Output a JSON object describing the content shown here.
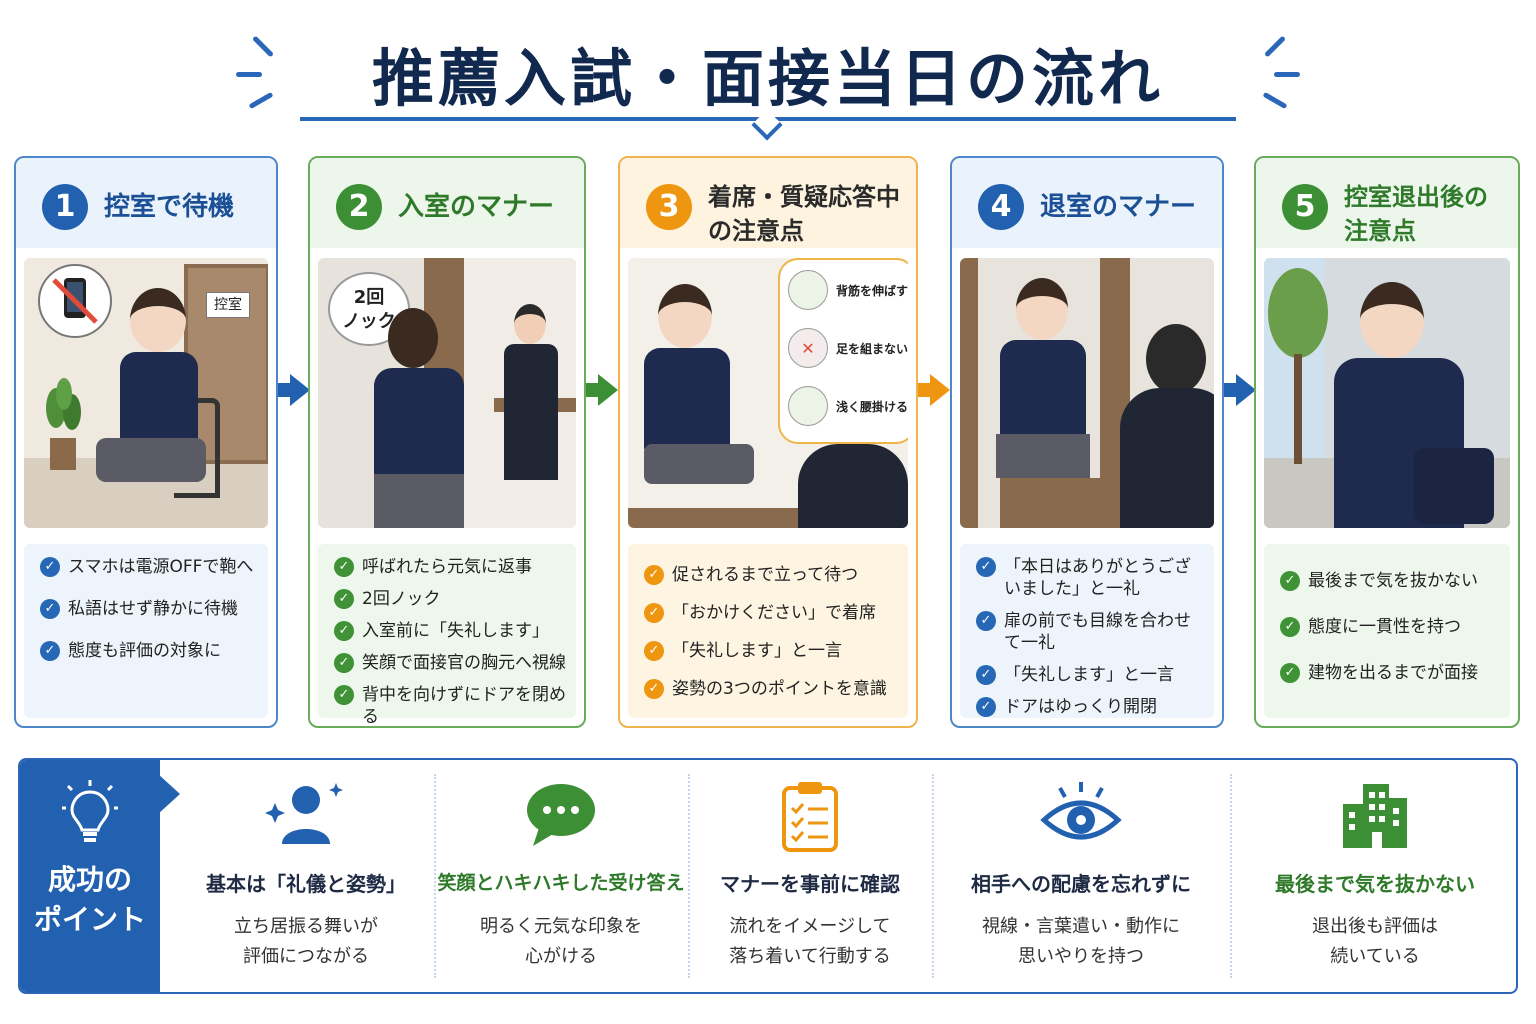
{
  "header": {
    "title": "推薦入試・面接当日の流れ"
  },
  "steps": [
    {
      "num": "1",
      "title": "控室で待機",
      "door_sign": "控室",
      "checks": [
        "スマホは電源OFFで鞄へ",
        "私語はせず静かに待機",
        "態度も評価の対象に"
      ]
    },
    {
      "num": "2",
      "title": "入室のマナー",
      "bubble": [
        "2回",
        "ノック"
      ],
      "checks": [
        "呼ばれたら元気に返事",
        "2回ノック",
        "入室前に「失礼します」",
        "笑顔で面接官の胸元へ視線",
        "背中を向けずにドアを閉める"
      ]
    },
    {
      "num": "3",
      "title_lines": [
        "着席・質疑応答中",
        "の注意点"
      ],
      "posture": [
        "背筋を伸ばす",
        "足を組まない",
        "浅く腰掛ける"
      ],
      "checks": [
        "促されるまで立って待つ",
        "「おかけください」で着席",
        "「失礼します」と一言",
        "姿勢の3つのポイントを意識"
      ]
    },
    {
      "num": "4",
      "title": "退室のマナー",
      "checks": [
        "「本日はありがとうございました」と一礼",
        "扉の前でも目線を合わせて一礼",
        "「失礼します」と一言",
        "ドアはゆっくり開閉"
      ]
    },
    {
      "num": "5",
      "title_lines": [
        "控室退出後の",
        "注意点"
      ],
      "checks": [
        "最後まで気を抜かない",
        "態度に一貫性を持つ",
        "建物を出るまでが面接"
      ]
    }
  ],
  "points": {
    "label_lines": [
      "成功の",
      "ポイント"
    ],
    "items": [
      {
        "title": "基本は「礼儀と姿勢」",
        "desc": [
          "立ち居振る舞いが",
          "評価につながる"
        ],
        "icon": "person-sparkle-icon",
        "color": "#1f2a44"
      },
      {
        "title": "笑顔とハキハキした受け答え",
        "desc": [
          "明るく元気な印象を",
          "心がける"
        ],
        "icon": "speech-bubble-icon",
        "color": "#2f7a2a"
      },
      {
        "title": "マナーを事前に確認",
        "desc": [
          "流れをイメージして",
          "落ち着いて行動する"
        ],
        "icon": "clipboard-checklist-icon",
        "color": "#1f2a44"
      },
      {
        "title": "相手への配慮を忘れずに",
        "desc": [
          "視線・言葉遣い・動作に",
          "思いやりを持つ"
        ],
        "icon": "eye-icon",
        "color": "#1f2a44"
      },
      {
        "title": "最後まで気を抜かない",
        "desc": [
          "退出後も評価は",
          "続いている"
        ],
        "icon": "building-icon",
        "color": "#2f7a2a"
      }
    ]
  },
  "colors": {
    "blue": "#2260b0",
    "green": "#3d8f35",
    "orange": "#ee960f",
    "navy": "#12294f"
  }
}
